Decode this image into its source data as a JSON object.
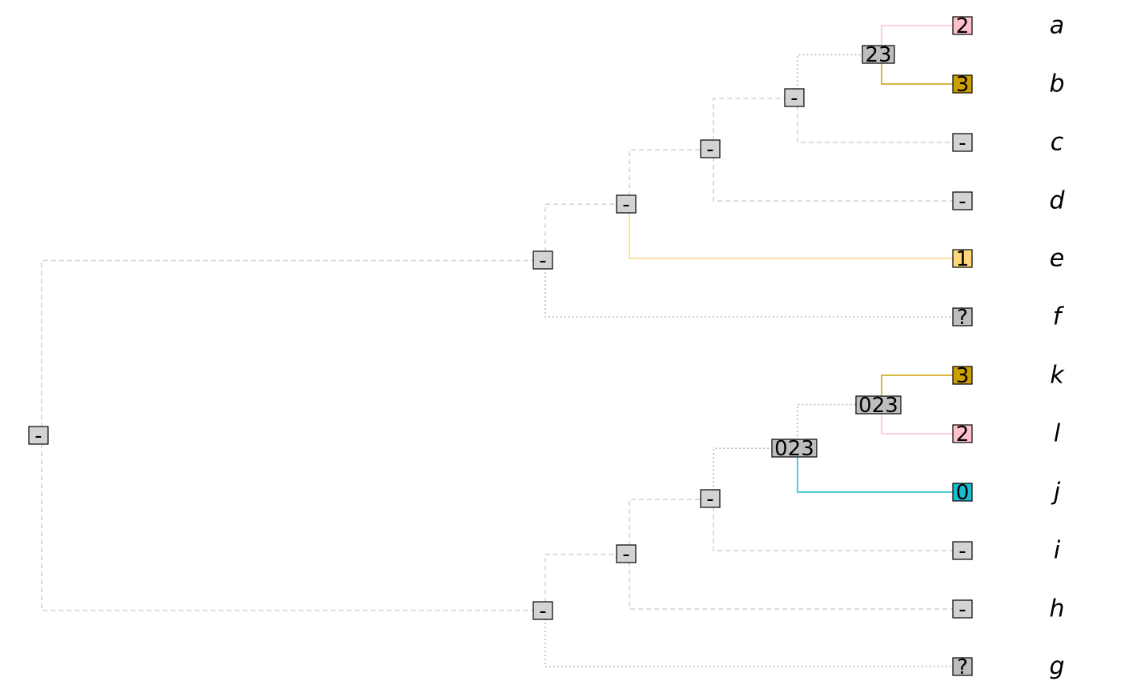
{
  "colors": {
    "pink": "#ffc0cb",
    "gold": "#cc9f00",
    "yellow": "#ffd67a",
    "cyan": "#18becf",
    "light_grey": "#d3d3d3",
    "mid_grey": "#bebebe"
  },
  "tips": [
    {
      "id": "a",
      "label": "a",
      "state": "2",
      "fill": "pink"
    },
    {
      "id": "b",
      "label": "b",
      "state": "3",
      "fill": "gold"
    },
    {
      "id": "c",
      "label": "c",
      "state": "-",
      "fill": "light_grey"
    },
    {
      "id": "d",
      "label": "d",
      "state": "-",
      "fill": "light_grey"
    },
    {
      "id": "e",
      "label": "e",
      "state": "1",
      "fill": "yellow"
    },
    {
      "id": "f",
      "label": "f",
      "state": "?",
      "fill": "mid_grey"
    },
    {
      "id": "k",
      "label": "k",
      "state": "3",
      "fill": "gold"
    },
    {
      "id": "l",
      "label": "l",
      "state": "2",
      "fill": "pink"
    },
    {
      "id": "j",
      "label": "j",
      "state": "0",
      "fill": "cyan"
    },
    {
      "id": "i",
      "label": "i",
      "state": "-",
      "fill": "light_grey"
    },
    {
      "id": "h",
      "label": "h",
      "state": "-",
      "fill": "light_grey"
    },
    {
      "id": "g",
      "label": "g",
      "state": "?",
      "fill": "mid_grey"
    }
  ],
  "internal_nodes": [
    {
      "id": "n_ab",
      "state": "23",
      "fill": "mid_grey",
      "children": [
        "a",
        "b"
      ]
    },
    {
      "id": "n_abc",
      "state": "-",
      "fill": "light_grey",
      "children": [
        "n_ab",
        "c"
      ]
    },
    {
      "id": "n_abcd",
      "state": "-",
      "fill": "light_grey",
      "children": [
        "n_abc",
        "d"
      ]
    },
    {
      "id": "n_abcde",
      "state": "-",
      "fill": "light_grey",
      "children": [
        "n_abcd",
        "e"
      ]
    },
    {
      "id": "n_top",
      "state": "-",
      "fill": "light_grey",
      "children": [
        "n_abcde",
        "f"
      ]
    },
    {
      "id": "n_kl",
      "state": "023",
      "fill": "mid_grey",
      "children": [
        "k",
        "l"
      ]
    },
    {
      "id": "n_klj",
      "state": "023",
      "fill": "mid_grey",
      "children": [
        "n_kl",
        "j"
      ]
    },
    {
      "id": "n_klji",
      "state": "-",
      "fill": "light_grey",
      "children": [
        "n_klj",
        "i"
      ]
    },
    {
      "id": "n_kljih",
      "state": "-",
      "fill": "light_grey",
      "children": [
        "n_klji",
        "h"
      ]
    },
    {
      "id": "n_bottom",
      "state": "-",
      "fill": "light_grey",
      "children": [
        "n_kljih",
        "g"
      ]
    },
    {
      "id": "root",
      "state": "-",
      "fill": "light_grey",
      "children": [
        "n_top",
        "n_bottom"
      ]
    }
  ]
}
